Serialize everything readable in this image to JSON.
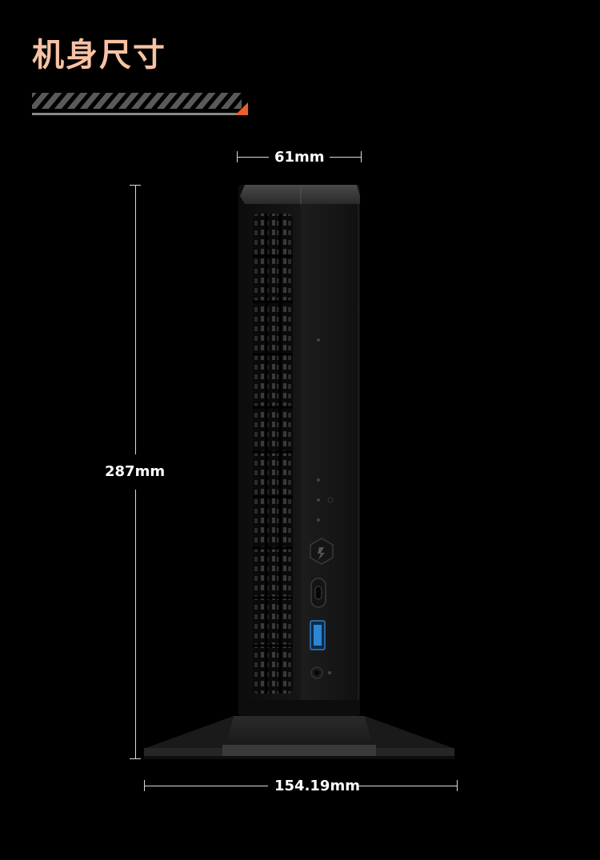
{
  "heading": {
    "title": "机身尺寸",
    "accent_color": "#e8612c",
    "title_color": "#f7c2a4"
  },
  "dimensions": {
    "width": "61mm",
    "height": "287mm",
    "base_width": "154.19mm"
  },
  "product": {
    "type": "mini tower pc on stand",
    "ports": [
      "usb-c-port-icon",
      "usb-a-port-icon",
      "audio-jack-icon"
    ]
  }
}
